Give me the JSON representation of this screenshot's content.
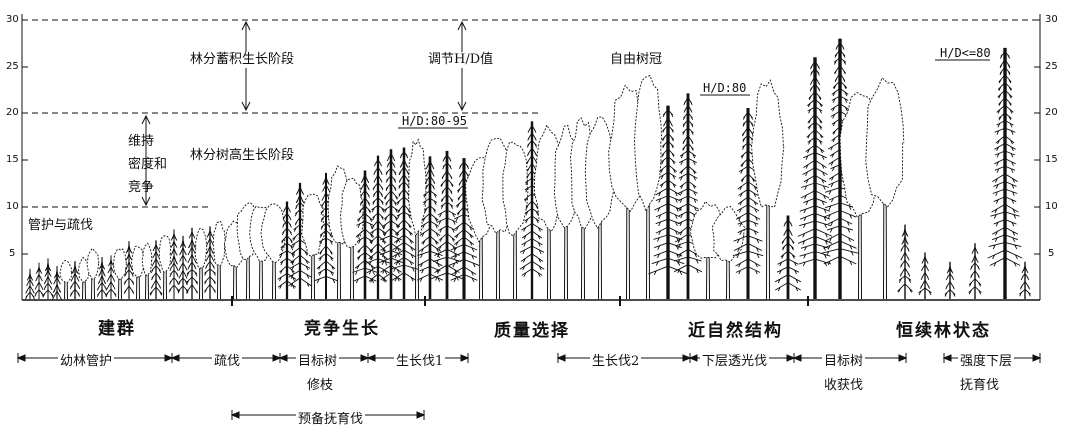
{
  "axes": {
    "left_ticks": [
      "30",
      "25",
      "20",
      "15",
      "10",
      "5"
    ],
    "right_ticks": [
      "30",
      "25",
      "20",
      "15",
      "10",
      "5"
    ]
  },
  "annotations": {
    "guanhu_shufa": "管护与疏伐",
    "weichi": "维持",
    "midu_he": "密度和",
    "jingzheng": "竞争",
    "linfen_xuji": "林分蓄积生长阶段",
    "linfen_shugao": "林分树高生长阶段",
    "tiaojie_hd": "调节H/D值",
    "ziyou_shuguan": "自由树冠",
    "hd_80_95": "H/D:80-95",
    "hd_80": "H/D:80",
    "hd_le_80": "H/D<=80"
  },
  "stages": [
    "建群",
    "竞争生长",
    "质量选择",
    "近自然结构",
    "恒续林状态"
  ],
  "operations": {
    "youlin_guanhu": "幼林管护",
    "shufa": "疏伐",
    "mubiaoshu": "目标树",
    "xiuzhi": "修枝",
    "shengzhangfa1": "生长伐1",
    "yubei_fuyufa": "预备抚育伐",
    "shengzhangfa2": "生长伐2",
    "xiaceng_touguangfa": "下层透光伐",
    "mubiaoshu2": "目标树",
    "shouhuofa": "收获伐",
    "qiangdu_xiaceng": "强度下层",
    "fuyufa": "抚育伐"
  }
}
